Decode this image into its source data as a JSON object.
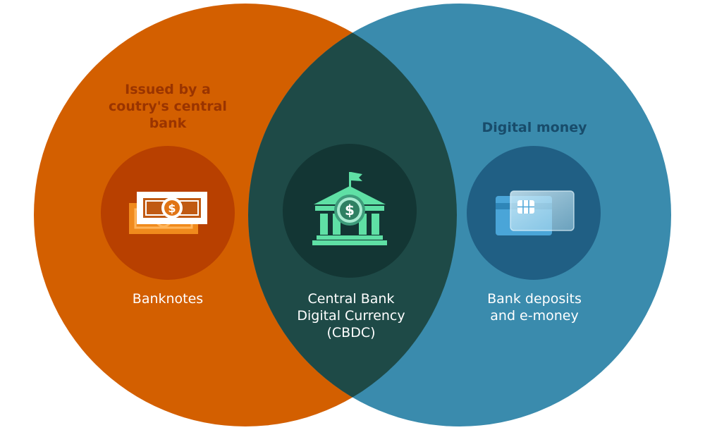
{
  "colors": {
    "left_circle": "#d35f00",
    "right_circle": "#3a8bad",
    "overlap": "#1e4a47",
    "left_badge": "#b84000",
    "center_badge": "#133634",
    "right_badge": "#205f84",
    "left_heading": "#9a3400",
    "right_heading": "#184c6b",
    "bank_icon": "#5fe0a5"
  },
  "left": {
    "heading": "Issued by a\ncoutry's central\nbank",
    "label": "Banknotes",
    "icon": "banknotes-icon"
  },
  "center": {
    "label": "Central Bank\nDigital Currency\n(CBDC)",
    "icon": "central-bank-icon"
  },
  "right": {
    "heading": "Digital money",
    "label": "Bank deposits\nand e-money",
    "icon": "bank-card-icon"
  }
}
